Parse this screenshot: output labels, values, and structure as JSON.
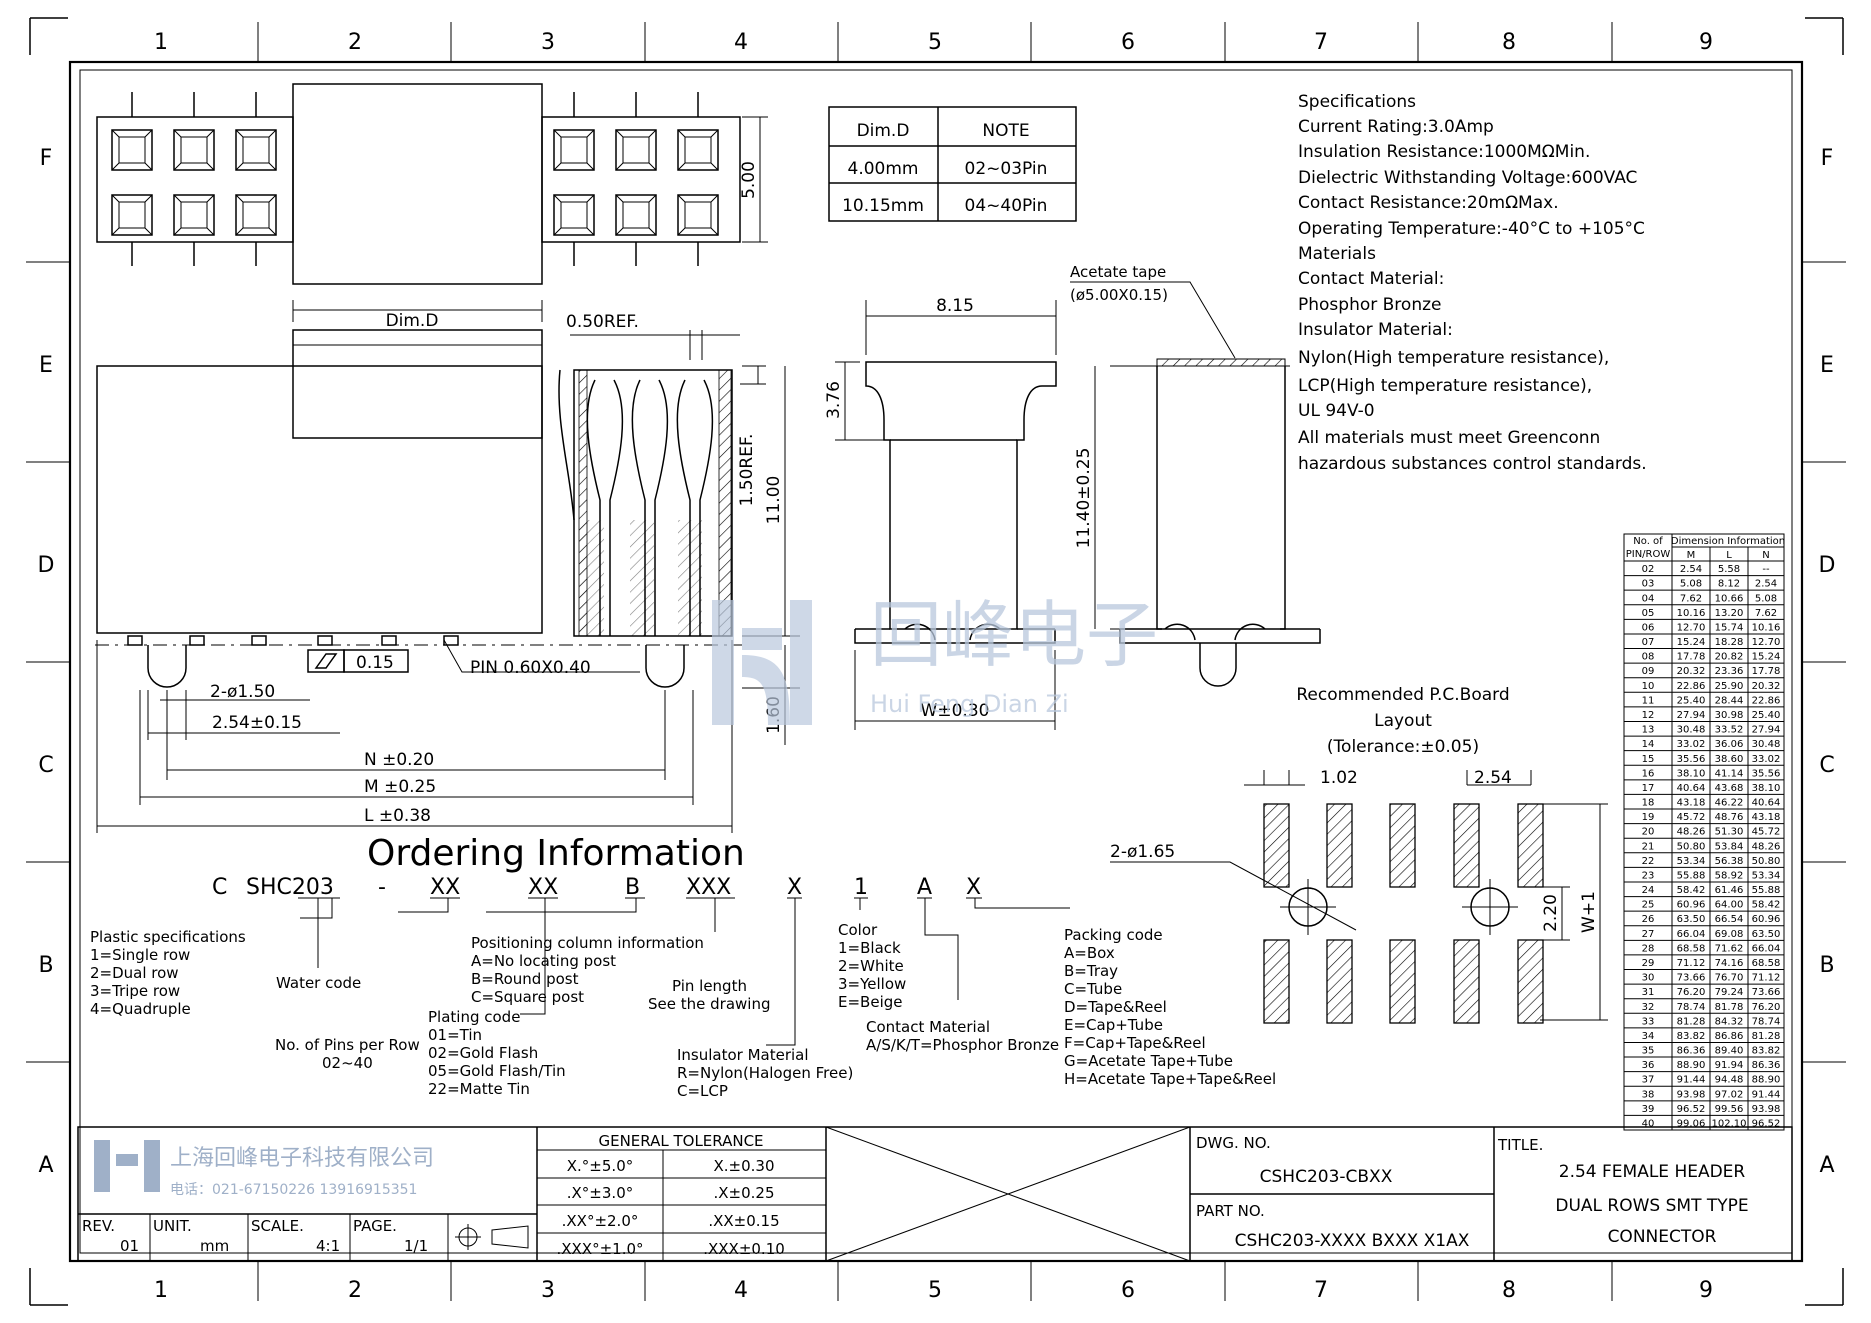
{
  "frame": {
    "columns": [
      "1",
      "2",
      "3",
      "4",
      "5",
      "6",
      "7",
      "8",
      "9"
    ],
    "rows": [
      "F",
      "E",
      "D",
      "C",
      "B",
      "A"
    ]
  },
  "dim_table": {
    "headers": [
      "Dim.D",
      "NOTE"
    ],
    "rows": [
      [
        "4.00mm",
        "02~03Pin"
      ],
      [
        "10.15mm",
        "04~40Pin"
      ]
    ]
  },
  "specs": [
    "Specifications",
    "Current Rating:3.0Amp",
    "Insulation  Resistance:1000MΩMin.",
    "Dielectric  Withstanding Voltage:600VAC",
    "Contact  Resistance:20mΩMax.",
    "Operating  Temperature:-40°C  to  +105°C",
    "Materials",
    "Contact  Material:",
    "Phosphor Bronze",
    "Insulator  Material:",
    "Nylon(High  temperature  resistance),",
    "LCP(High  temperature  resistance),",
    "UL  94V-0",
    "All  materials  must  meet  Greenconn",
    "hazardous  substances  control  standards."
  ],
  "dimensions": {
    "top_height": "5.00",
    "dim_d": "Dim.D",
    "ref050": "0.50REF.",
    "ref150": "1.50REF.",
    "h1100": "11.00",
    "h160": "1.60",
    "flat": "0.15",
    "pin": "PIN  0.60X0.40",
    "hole": "2-ø1.50",
    "pitch": "2.54±0.15",
    "n": "N  ±0.20",
    "m": "M  ±0.25",
    "l": "L  ±0.38",
    "w815": "8.15",
    "h376": "3.76",
    "h1140": "11.40±0.25",
    "w030": "W±0.30",
    "acetate1": "Acetate  tape",
    "acetate2": "(ø5.00X0.15)"
  },
  "pcb": {
    "title1": "Recommended  P.C.Board",
    "title2": "Layout",
    "tol": "(Tolerance:±0.05)",
    "pad_w": "1.02",
    "pitch": "2.54",
    "hole": "2-ø1.65",
    "gap": "2.20",
    "w1": "W+1"
  },
  "pin_table": {
    "h1": "No.  of",
    "h2": "PIN/ROW",
    "group": "Dimension  Information",
    "cols": [
      "M",
      "L",
      "N"
    ],
    "rows": [
      [
        "02",
        "2.54",
        "5.58",
        "--"
      ],
      [
        "03",
        "5.08",
        "8.12",
        "2.54"
      ],
      [
        "04",
        "7.62",
        "10.66",
        "5.08"
      ],
      [
        "05",
        "10.16",
        "13.20",
        "7.62"
      ],
      [
        "06",
        "12.70",
        "15.74",
        "10.16"
      ],
      [
        "07",
        "15.24",
        "18.28",
        "12.70"
      ],
      [
        "08",
        "17.78",
        "20.82",
        "15.24"
      ],
      [
        "09",
        "20.32",
        "23.36",
        "17.78"
      ],
      [
        "10",
        "22.86",
        "25.90",
        "20.32"
      ],
      [
        "11",
        "25.40",
        "28.44",
        "22.86"
      ],
      [
        "12",
        "27.94",
        "30.98",
        "25.40"
      ],
      [
        "13",
        "30.48",
        "33.52",
        "27.94"
      ],
      [
        "14",
        "33.02",
        "36.06",
        "30.48"
      ],
      [
        "15",
        "35.56",
        "38.60",
        "33.02"
      ],
      [
        "16",
        "38.10",
        "41.14",
        "35.56"
      ],
      [
        "17",
        "40.64",
        "43.68",
        "38.10"
      ],
      [
        "18",
        "43.18",
        "46.22",
        "40.64"
      ],
      [
        "19",
        "45.72",
        "48.76",
        "43.18"
      ],
      [
        "20",
        "48.26",
        "51.30",
        "45.72"
      ],
      [
        "21",
        "50.80",
        "53.84",
        "48.26"
      ],
      [
        "22",
        "53.34",
        "56.38",
        "50.80"
      ],
      [
        "23",
        "55.88",
        "58.92",
        "53.34"
      ],
      [
        "24",
        "58.42",
        "61.46",
        "55.88"
      ],
      [
        "25",
        "60.96",
        "64.00",
        "58.42"
      ],
      [
        "26",
        "63.50",
        "66.54",
        "60.96"
      ],
      [
        "27",
        "66.04",
        "69.08",
        "63.50"
      ],
      [
        "28",
        "68.58",
        "71.62",
        "66.04"
      ],
      [
        "29",
        "71.12",
        "74.16",
        "68.58"
      ],
      [
        "30",
        "73.66",
        "76.70",
        "71.12"
      ],
      [
        "31",
        "76.20",
        "79.24",
        "73.66"
      ],
      [
        "32",
        "78.74",
        "81.78",
        "76.20"
      ],
      [
        "33",
        "81.28",
        "84.32",
        "78.74"
      ],
      [
        "34",
        "83.82",
        "86.86",
        "81.28"
      ],
      [
        "35",
        "86.36",
        "89.40",
        "83.82"
      ],
      [
        "36",
        "88.90",
        "91.94",
        "86.36"
      ],
      [
        "37",
        "91.44",
        "94.48",
        "88.90"
      ],
      [
        "38",
        "93.98",
        "97.02",
        "91.44"
      ],
      [
        "39",
        "96.52",
        "99.56",
        "93.98"
      ],
      [
        "40",
        "99.06",
        "102.10",
        "96.52"
      ]
    ]
  },
  "ordering": {
    "title": "Ordering  Information",
    "code": [
      "C",
      "SHC203",
      "-",
      "XX",
      "XX",
      "B",
      "XXX",
      "X",
      "1",
      "A",
      "X"
    ],
    "plastic": [
      "Plastic  specifications",
      "1=Single  row",
      "2=Dual  row",
      "3=Tripe  row",
      "4=Quadruple"
    ],
    "water": "Water  code",
    "pins": [
      "No.  of  Pins  per  Row",
      "02~40"
    ],
    "plating": [
      "Plating  code",
      "01=Tin",
      "02=Gold  Flash",
      "05=Gold  Flash/Tin",
      "22=Matte  Tin"
    ],
    "positioning": [
      "Positioning  column  information",
      "A=No  locating  post",
      "B=Round  post",
      "C=Square  post"
    ],
    "pinlen": [
      "Pin  length",
      "See  the  drawing"
    ],
    "insulator": [
      "Insulator  Material",
      "R=Nylon(Halogen  Free)",
      "C=LCP"
    ],
    "color": [
      "Color",
      "1=Black",
      "2=White",
      "3=Yellow",
      "E=Beige"
    ],
    "contact": [
      "Contact  Material",
      "A/S/K/T=Phosphor  Bronze"
    ],
    "packing": [
      "Packing  code",
      "A=Box",
      "B=Tray",
      "C=Tube",
      "D=Tape&Reel",
      "E=Cap+Tube",
      "F=Cap+Tape&Reel",
      "G=Acetate  Tape+Tube",
      "H=Acetate  Tape+Tape&Reel"
    ]
  },
  "title_block": {
    "company": "上海回峰电子科技有限公司",
    "phone": "电话：021-67150226   13916915351",
    "rev_label": "REV.",
    "rev": "01",
    "unit_label": "UNIT.",
    "unit": "mm",
    "scale_label": "SCALE.",
    "scale": "4:1",
    "page_label": "PAGE.",
    "page": "1/1",
    "tol_title": "GENERAL  TOLERANCE",
    "tol": [
      [
        "X.°±5.0°",
        "X.±0.30"
      ],
      [
        ".X°±3.0°",
        ".X±0.25"
      ],
      [
        ".XX°±2.0°",
        ".XX±0.15"
      ],
      [
        ".XXX°±1.0°",
        ".XXX±0.10"
      ]
    ],
    "dwg_label": "DWG.  NO.",
    "dwg": "CSHC203-CBXX",
    "part_label": "PART  NO.",
    "part": "CSHC203-XXXX  BXXX  X1AX",
    "title_label": "TITLE.",
    "title": [
      "2.54  FEMALE  HEADER",
      "DUAL  ROWS  SMT  TYPE",
      "CONNECTOR"
    ]
  },
  "watermark": {
    "cn": "回峰电子",
    "py": "Hui  Feng  Dian  Zi"
  }
}
